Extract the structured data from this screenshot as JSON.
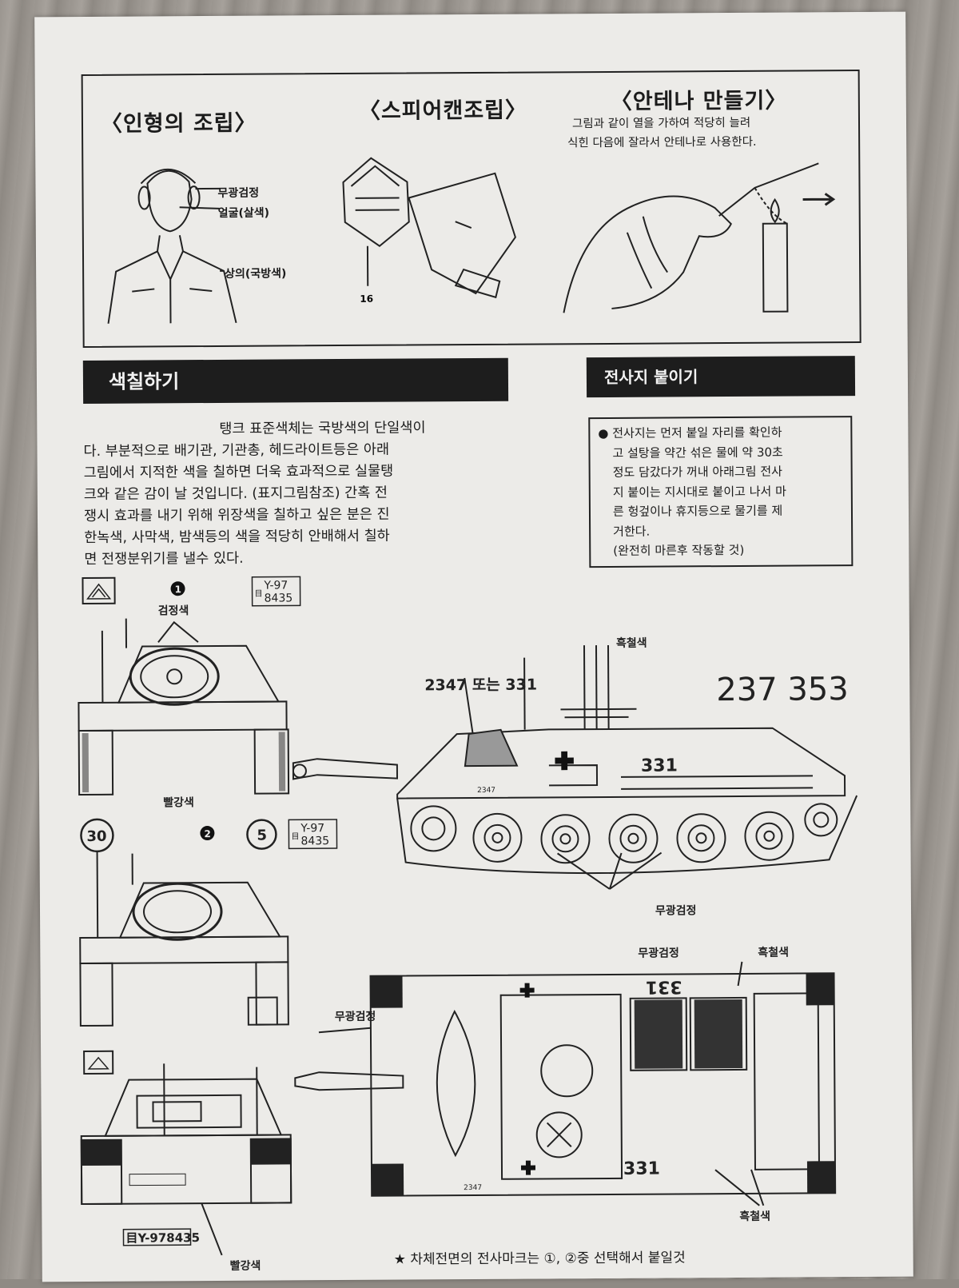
{
  "figure_section": {
    "title": "〈인형의 조립〉",
    "labels": [
      "무광검정",
      "얼굴(살색)",
      "상의(국방색)"
    ]
  },
  "spear_section": {
    "title": "〈스피어캔조립〉",
    "part_number": "16"
  },
  "antenna_section": {
    "title": "〈안테나 만들기〉",
    "text_line1": "그림과 같이 열을 가하여 적당히 늘려",
    "text_line2": "식힌 다음에 잘라서 안테나로 사용한다."
  },
  "painting_section": {
    "title": "색칠하기",
    "lines": [
      "탱크 표준색체는 국방색의  단일색이",
      "다. 부분적으로 배기관, 기관총, 헤드라이트등은 아래",
      "그림에서 지적한 색을 칠하면 더욱 효과적으로 실물탱",
      "크와 같은 감이 날 것입니다. (표지그림참조) 간혹 전",
      "쟁시 효과를 내기 위해 위장색을 칠하고 싶은 분은 진",
      "한녹색, 사막색, 밤색등의 색을 적당히 안배해서 칠하",
      "면 전쟁분위기를 낼수 있다."
    ]
  },
  "decal_section": {
    "title": "전사지 붙이기",
    "lines": [
      "● 전사지는 먼저 붙일 자리를 확인하",
      "고 설탕을 약간 섞은 물에 약 30초",
      "정도 담갔다가 꺼내 아래그림 전사",
      "지 붙이는 지시대로 붙이고 나서 마",
      "른 헝겊이나 휴지등으로 물기를 제",
      "거한다.",
      "(완전히 마른후 작동할 것)"
    ]
  },
  "diagram": {
    "circle_1": "1",
    "circle_2": "2",
    "front1_color_top": "검정색",
    "front1_color_bottom": "빨강색",
    "plate_code_top": "Y-97",
    "plate_code_bottom": "8435",
    "plate_prefix": "目",
    "sign_30": "30",
    "sign_5": "5",
    "rear_plate": "目Y-978435",
    "rear_color": "빨강색",
    "side_number_label": "2347 또는 331",
    "side_big_number": "237 353",
    "side_turret_number": "331",
    "side_small_number": "2347",
    "side_color_top": "흑철색",
    "side_color_bottom": "무광검정",
    "top_color_left": "무광검정",
    "top_color_vents": "무광검정",
    "top_color_right": "흑철색",
    "top_color_bottom": "흑철색",
    "top_number_upper": "331",
    "top_number_lower": "331",
    "top_small_number": "2347",
    "footer_note": "★ 차체전면의 전사마크는 ①, ②중 선택해서 붙일것"
  }
}
